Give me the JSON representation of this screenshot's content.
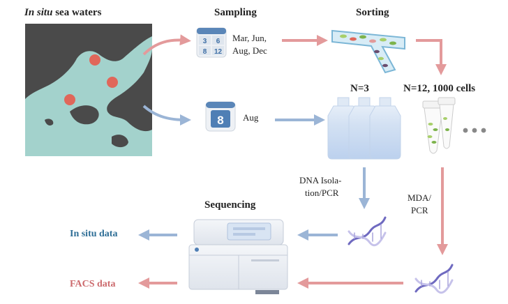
{
  "headers": {
    "insitu_prefix": "In situ",
    "insitu_suffix": " sea waters",
    "sampling": "Sampling",
    "sorting": "Sorting",
    "n3": "N=3",
    "n12": "N=12, 1000 cells",
    "sequencing": "Sequencing"
  },
  "calendar_small": {
    "cells": [
      "3",
      "6",
      "8",
      "12"
    ]
  },
  "calendar_big": {
    "day": "8"
  },
  "labels": {
    "months_line1": "Mar, Jun,",
    "months_line2": "Aug, Dec",
    "aug": "Aug",
    "dna_line1": "DNA Isola-",
    "dna_line2": "tion/PCR",
    "mda_line1": "MDA/",
    "mda_line2": "PCR"
  },
  "outputs": {
    "insitu": "In situ data",
    "facs": "FACS data"
  },
  "colors": {
    "blue_arrow": "#9bb5d6",
    "pink_arrow": "#e39a9b",
    "insitu_text": "#2e6e96",
    "facs_text": "#cc6a6d",
    "water": "#a3d2cc",
    "land": "#4a4a4a",
    "dot": "#e0675a"
  }
}
